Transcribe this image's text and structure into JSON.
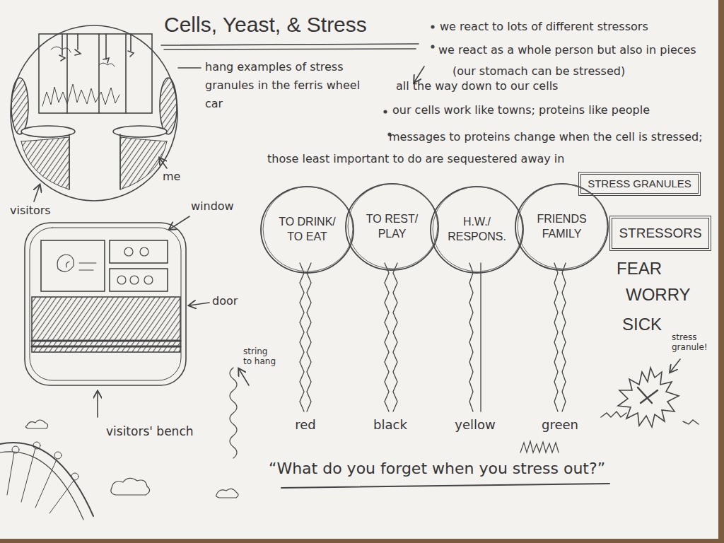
{
  "diagram": {
    "title": "Cells, Yeast, & Stress",
    "caption": "“What do you forget when you stress out?”",
    "nodes": [
      {
        "text": [
          "STRESS GRANULES"
        ]
      },
      {
        "text": [
          "TO DRINK/ TO EAT"
        ]
      },
      {
        "text": [
          "TO REST/ PLAY"
        ]
      },
      {
        "text": [
          "H.W./ RESPONS."
        ]
      },
      {
        "text": [
          "FRIENDS FAMILY"
        ]
      },
      {
        "text": [
          "STRESSORS"
        ]
      }
    ],
    "labels": [
      "we react to lots of different stressors",
      "we react as a whole person but also in pieces (our stomach can be stressed)",
      "hang examples of stress granules in the ferris wheel car",
      "all the way down to our cells",
      "our cells work like towns; proteins like people",
      "me",
      "messages to proteins change when the cell is stressed; those least important to do are sequestered away in",
      "visitors",
      "window",
      "FEAR",
      "WORRY",
      "door",
      "SICK",
      "stress granule!",
      "string to hang",
      "red",
      "black",
      "yellow",
      "green",
      "visitors' bench"
    ]
  }
}
